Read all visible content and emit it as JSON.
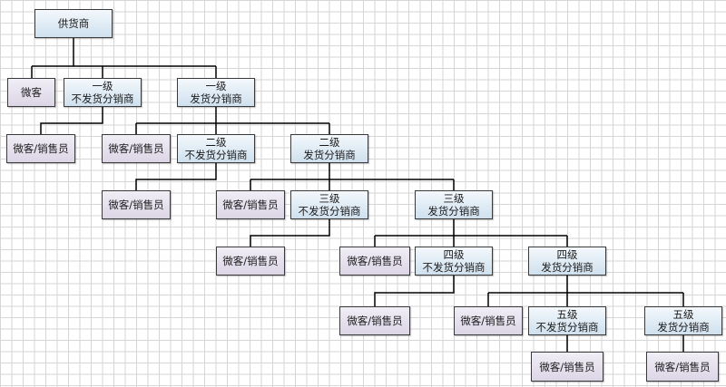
{
  "colors": {
    "node_fill": "#dbe8f3",
    "leaf_fill": "#e6e0ee",
    "line": "#000000",
    "grid": "#d6d6d6"
  },
  "nodes": {
    "supplier": "供货商",
    "l1_weike": "微客",
    "l1_nonship": {
      "level": "一级",
      "type": "不发货分销商"
    },
    "l1_ship": {
      "level": "一级",
      "type": "发货分销商"
    },
    "l2_sales_a": "微客/销售员",
    "l2_sales_b": "微客/销售员",
    "l2_nonship": {
      "level": "二级",
      "type": "不发货分销商"
    },
    "l2_ship": {
      "level": "二级",
      "type": "发货分销商"
    },
    "l3_sales_a": "微客/销售员",
    "l3_sales_b": "微客/销售员",
    "l3_nonship": {
      "level": "三级",
      "type": "不发货分销商"
    },
    "l3_ship": {
      "level": "三级",
      "type": "发货分销商"
    },
    "l4_sales_a": "微客/销售员",
    "l4_sales_b": "微客/销售员",
    "l4_nonship": {
      "level": "四级",
      "type": "不发货分销商"
    },
    "l4_ship": {
      "level": "四级",
      "type": "发货分销商"
    },
    "l5_sales_a": "微客/销售员",
    "l5_sales_b": "微客/销售员",
    "l5_nonship": {
      "level": "五级",
      "type": "不发货分销商"
    },
    "l5_ship": {
      "level": "五级",
      "type": "发货分销商"
    },
    "l6_sales_a": "微客/销售员",
    "l6_sales_b": "微客/销售员"
  }
}
